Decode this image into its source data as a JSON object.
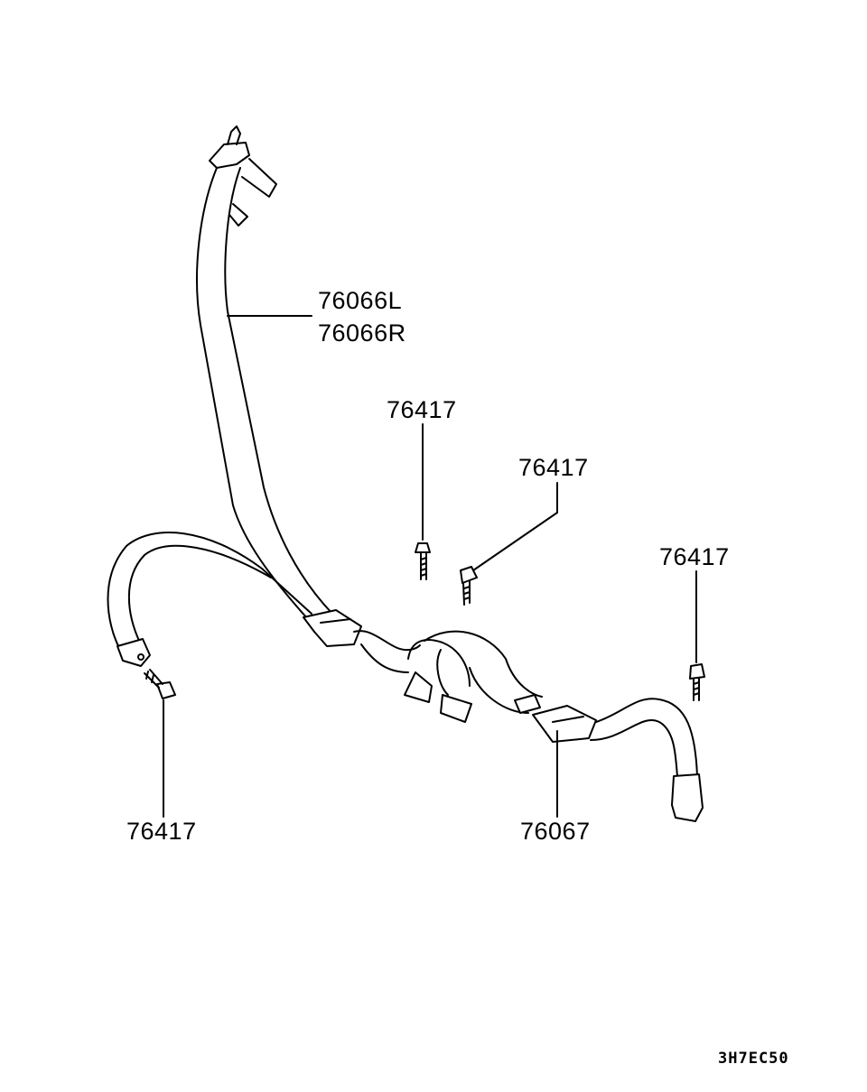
{
  "callouts": {
    "shoulder_belt_left": "76066L",
    "shoulder_belt_right": "76066R",
    "bolt_top": "76417",
    "bolt_middle": "76417",
    "bolt_right": "76417",
    "bolt_bottom_left": "76417",
    "center_belt": "76067"
  },
  "diagram_code": "3H7EC50"
}
